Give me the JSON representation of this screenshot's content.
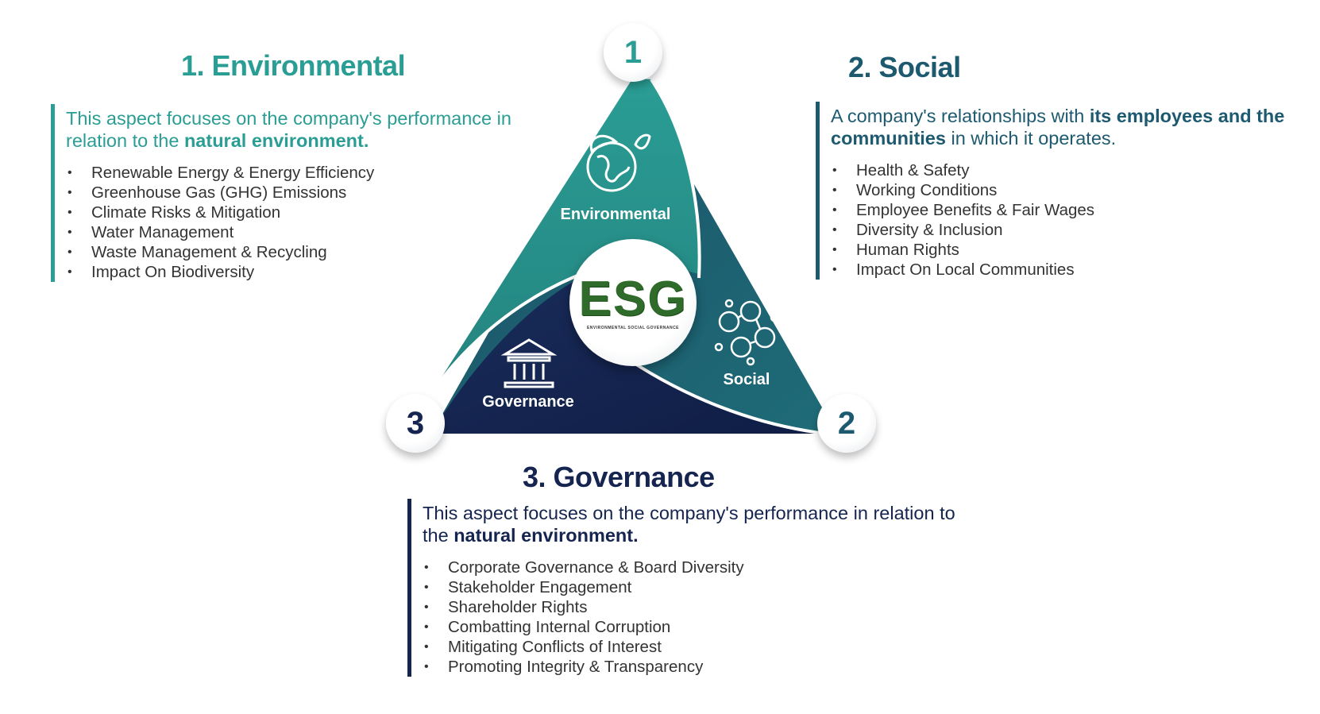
{
  "environmental": {
    "title": "1. Environmental",
    "desc_plain": "This aspect focuses on the company's performance in relation to the ",
    "desc_bold": "natural environment.",
    "items": [
      "Renewable Energy & Energy Efficiency",
      "Greenhouse Gas (GHG) Emissions",
      "Climate Risks & Mitigation",
      "Water Management",
      "Waste Management & Recycling",
      "Impact On Biodiversity"
    ]
  },
  "social": {
    "title": "2. Social",
    "desc_plain1": "A company's relationships with ",
    "desc_bold": "its employees and the communities",
    "desc_plain2": " in which it operates.",
    "items": [
      "Health & Safety",
      "Working Conditions",
      "Employee Benefits & Fair Wages",
      "Diversity & Inclusion",
      "Human Rights",
      "Impact On Local Communities"
    ]
  },
  "governance": {
    "title": "3. Governance",
    "desc_plain": "This aspect focuses on the company's performance in relation to the ",
    "desc_bold": "natural environment.",
    "items": [
      "Corporate Governance & Board Diversity",
      "Stakeholder Engagement",
      "Shareholder Rights",
      "Combatting Internal Corruption",
      "Mitigating Conflicts of Interest",
      "Promoting Integrity & Transparency"
    ]
  },
  "diagram": {
    "labels": {
      "environmental": "Environmental",
      "social": "Social",
      "governance": "Governance"
    },
    "numbers": [
      "1",
      "2",
      "3"
    ],
    "center_logo": "ESG",
    "center_subtitle": "ENVIRONMENTAL SOCIAL GOVERNANCE"
  },
  "colors": {
    "teal": "#2a9d94",
    "dark_teal": "#1d5f70",
    "navy": "#15254f"
  }
}
